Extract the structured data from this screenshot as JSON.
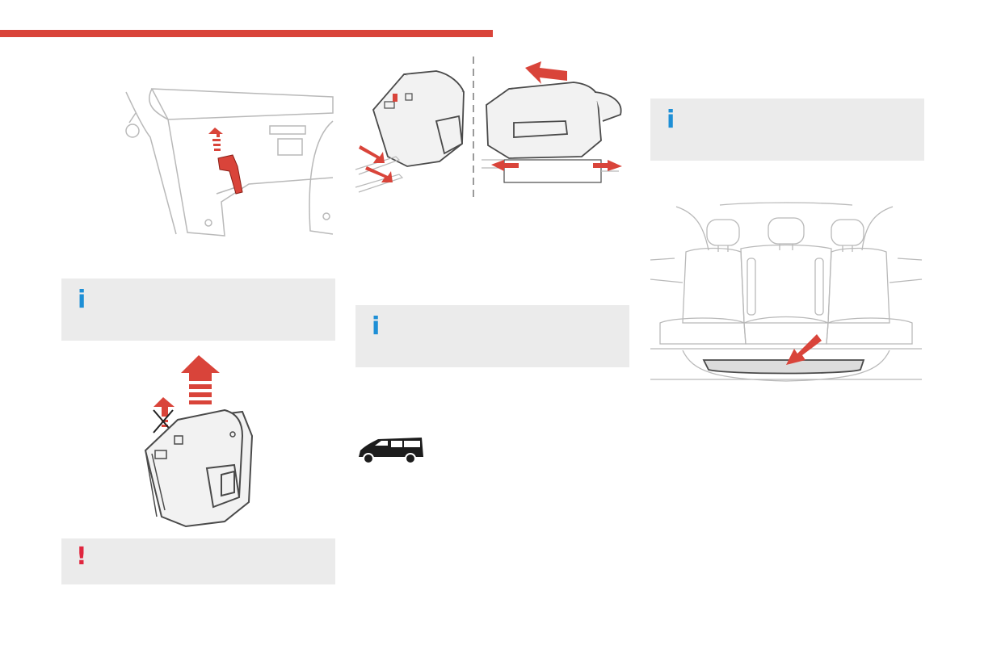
{
  "colors": {
    "accent_red": "#d9443a",
    "info_blue": "#1e8fd6",
    "warning_red": "#e0263f",
    "note_background": "#ebebeb",
    "line_art": "#b9b9b9",
    "seat_dark": "#555555",
    "van_black": "#1c1c1c"
  },
  "header": {
    "bar": "accent-red-bar"
  },
  "illustrations": [
    {
      "name": "seat-rail-release-lever-figure",
      "arrow": "up"
    },
    {
      "name": "seat-rail-positioning-figure",
      "arrow": "slide"
    },
    {
      "name": "rear-bench-seat-figure",
      "arrow": "down-left"
    },
    {
      "name": "folded-seat-lift-figure",
      "arrow": "up"
    },
    {
      "name": "van-silhouette",
      "icon": "van-icon"
    }
  ],
  "notes": [
    {
      "name": "info-note-1",
      "icon": "info-icon",
      "glyph": "i"
    },
    {
      "name": "info-note-2",
      "icon": "info-icon",
      "glyph": "i"
    },
    {
      "name": "info-note-3",
      "icon": "info-icon",
      "glyph": "i"
    },
    {
      "name": "warning-note",
      "icon": "warning-icon",
      "glyph": "!"
    }
  ]
}
